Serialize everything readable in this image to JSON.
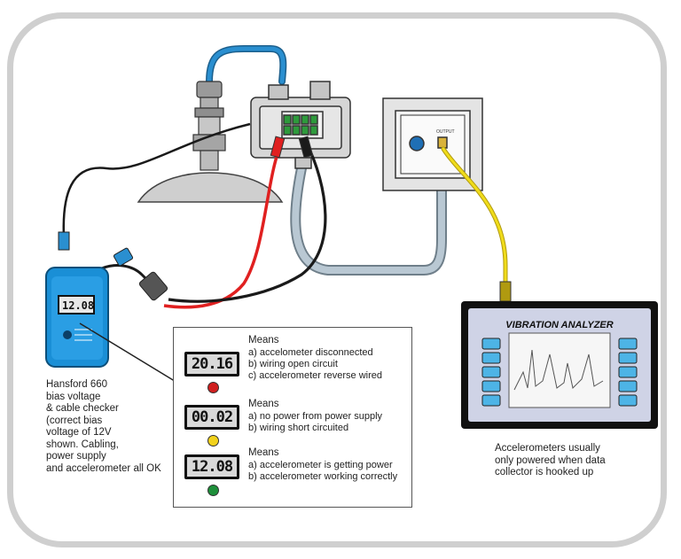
{
  "checker": {
    "display": "12.08",
    "caption": [
      "Hansford 660",
      "bias voltage",
      "& cable checker",
      "(correct bias",
      "voltage of 12V",
      "shown. Cabling,",
      "power supply",
      "and accelerometer all OK"
    ]
  },
  "power_supply": {
    "output_label": "OUTPUT"
  },
  "analyzer": {
    "title": "VIBRATION ANALYZER",
    "caption": [
      "Accelerometers usually",
      "only powered when data",
      "collector is hooked up"
    ]
  },
  "legend": {
    "rows": [
      {
        "reading": "20.16",
        "led_color": "#d01f1f",
        "title": "Means",
        "lines": [
          "a) accelometer disconnected",
          "b) wiring open circuit",
          "c) accelerometer reverse wired"
        ]
      },
      {
        "reading": "00.02",
        "led_color": "#f2d21c",
        "title": "Means",
        "lines": [
          "a) no power from power supply",
          "b) wiring short circuited"
        ]
      },
      {
        "reading": "12.08",
        "led_color": "#1e8f3a",
        "title": "Means",
        "lines": [
          "a) accelerometer is getting power",
          "b) accelerometer working correctly"
        ]
      }
    ]
  },
  "colors": {
    "red_wire": "#e02020",
    "black_wire": "#1a1a1a",
    "blue_cable": "#2a8fd0",
    "grey_conduit": "#b9c8d3",
    "yellow_cable": "#f0dc1a",
    "checker_body": "#1a8fd6"
  }
}
